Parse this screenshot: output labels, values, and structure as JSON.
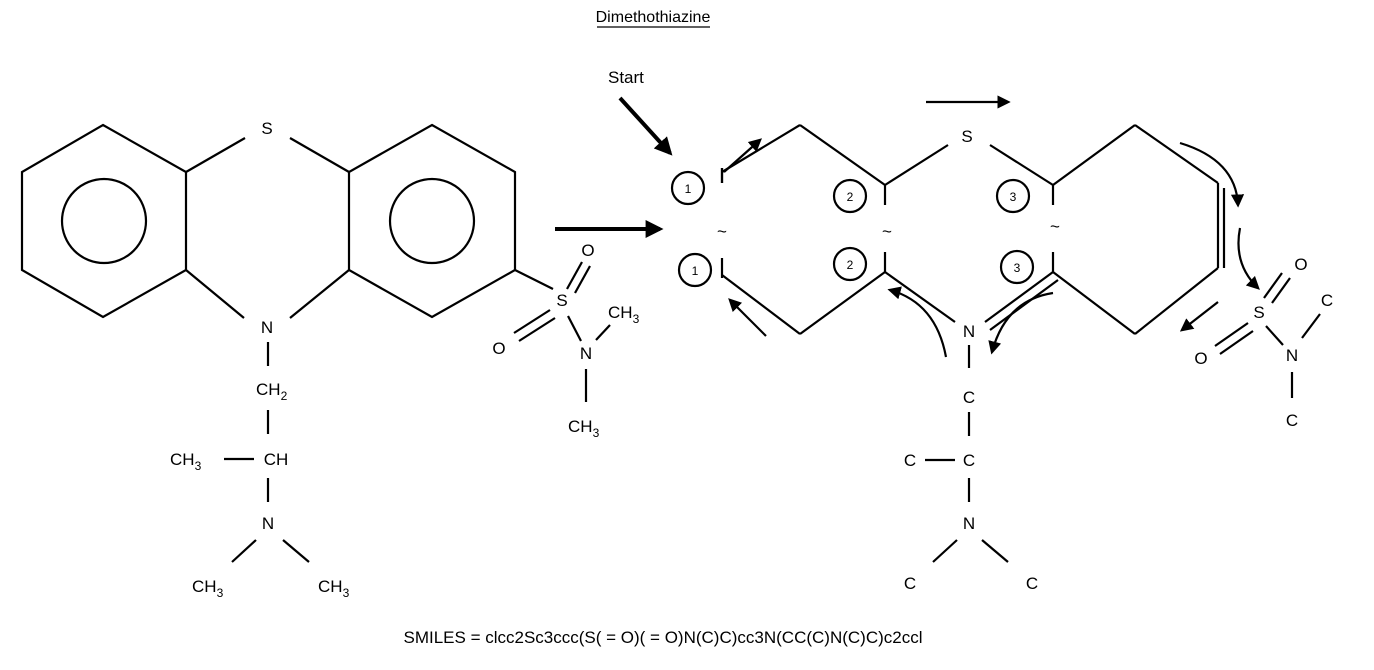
{
  "title": "Dimethothiazine",
  "start_label": "Start",
  "smiles_text": "SMILES = clcc2Sc3ccc(S( = O)( = O)N(C)C)cc3N(CC(C)N(C)C)c2ccl",
  "left_structure": {
    "ring_S": "S",
    "ring_N": "N",
    "sulfonyl_S": "S",
    "sulfonyl_O1": "O",
    "sulfonyl_O2": "O",
    "sulfonyl_N": "N",
    "sulfonyl_CH3_top": "CH",
    "sulfonyl_CH3_top_sub": "3",
    "sulfonyl_CH3_bottom": "CH",
    "sulfonyl_CH3_bottom_sub": "3",
    "chain_CH2": "CH",
    "chain_CH2_sub": "2",
    "chain_CH": "CH",
    "chain_CH3_side": "CH",
    "chain_CH3_side_sub": "3",
    "chain_N": "N",
    "chain_CH3_left": "CH",
    "chain_CH3_left_sub": "3",
    "chain_CH3_right": "CH",
    "chain_CH3_right_sub": "3"
  },
  "right_structure": {
    "ring_S": "S",
    "ring_N": "N",
    "ring_closures": [
      "1",
      "1",
      "2",
      "2",
      "3",
      "3"
    ],
    "break_mark": "~",
    "sulfonyl_S": "S",
    "sulfonyl_O1": "O",
    "sulfonyl_O2": "O",
    "sulfonyl_N": "N",
    "sulfonyl_C_top": "C",
    "sulfonyl_C_bottom": "C",
    "chain_C1": "C",
    "chain_C2": "C",
    "chain_C_side": "C",
    "chain_N": "N",
    "chain_C_left": "C",
    "chain_C_right": "C"
  }
}
